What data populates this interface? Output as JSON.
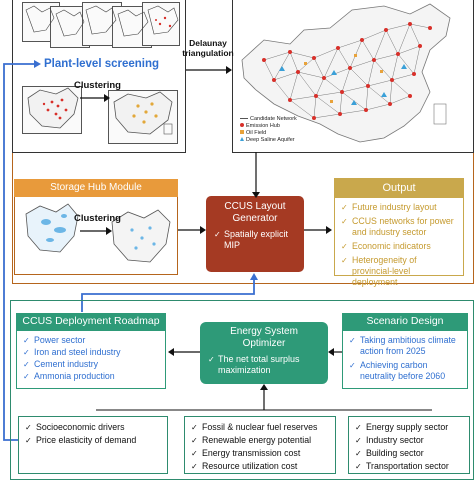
{
  "top": {
    "plant_title": "Plant-level screening",
    "clustering_top": "Clustering",
    "delaunay_label": "Delaunay\ntriangulation",
    "storage_hub_title": "Storage Hub Module",
    "clustering_storage": "Clustering",
    "legend": {
      "candidate_network": "Candidate Network",
      "emission_hub": "Emission Hub",
      "oil_field": "Oil Field",
      "deep_saline_aquifer": "Deep Saline Aquifer"
    }
  },
  "generator": {
    "title": "CCUS Layout\nGenerator",
    "items": [
      "Spatially explicit\nMIP"
    ]
  },
  "output": {
    "title": "Output",
    "items": [
      "Future industry layout",
      "CCUS networks for power and industry sector",
      "Economic indicators",
      "Heterogeneity of provincial-level deployment"
    ]
  },
  "roadmap": {
    "title": "CCUS Deployment Roadmap",
    "items": [
      "Power sector",
      "Iron and steel industry",
      "Cement industry",
      "Ammonia production"
    ]
  },
  "optimizer": {
    "title": "Energy System\nOptimizer",
    "items": [
      "The net total surplus\nmaximization"
    ]
  },
  "scenario": {
    "title": "Scenario Design",
    "items": [
      "Taking ambitious climate action from 2025",
      "Achieving carbon neutrality before 2060"
    ]
  },
  "bottom": {
    "left_items": [
      "Socioeconomic drivers",
      "Price elasticity of demand"
    ],
    "middle_items": [
      "Fossil & nuclear fuel reserves",
      "Renewable energy potential",
      "Energy transmission cost",
      "Resource utilization cost"
    ],
    "right_items": [
      "Energy supply sector",
      "Industry sector",
      "Building sector",
      "Transportation sector"
    ]
  },
  "colors": {
    "brown": "#b5651d",
    "generator": "#a53a23",
    "output": "#c9a84c",
    "teal": "#2e9a78",
    "blue_arrow": "#3a6fd0"
  }
}
